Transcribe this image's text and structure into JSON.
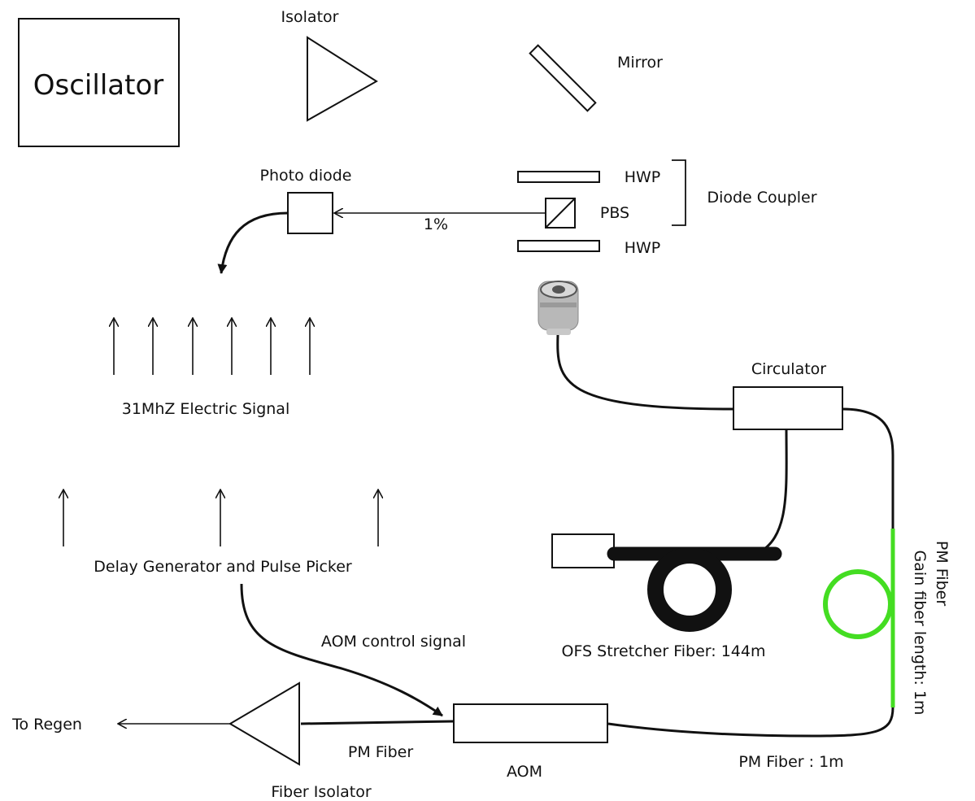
{
  "labels": {
    "oscillator": "Oscillator",
    "isolator": "Isolator",
    "mirror": "Mirror",
    "photo_diode": "Photo diode",
    "one_percent": "1%",
    "hwp_top": "HWP",
    "pbs": "PBS",
    "hwp_bottom": "HWP",
    "diode_coupler": "Diode Coupler",
    "circulator": "Circulator",
    "electric_signal": "31MhZ Electric Signal",
    "delay_generator": "Delay Generator and Pulse Picker",
    "ofs_stretcher": "OFS Stretcher Fiber: 144m",
    "pm_fiber_vertical": "PM Fiber",
    "gain_fiber": "Gain fiber length: 1m",
    "aom_control": "AOM control signal",
    "to_regen": "To Regen",
    "pm_fiber_left": "PM Fiber",
    "aom": "AOM",
    "pm_fiber_bottom": "PM Fiber : 1m",
    "fiber_isolator": "Fiber Isolator"
  },
  "colors": {
    "line": "#111111",
    "gain_fiber": "#44dd22",
    "collimator_body": "#b8b8b8",
    "collimator_ring": "#555555"
  }
}
